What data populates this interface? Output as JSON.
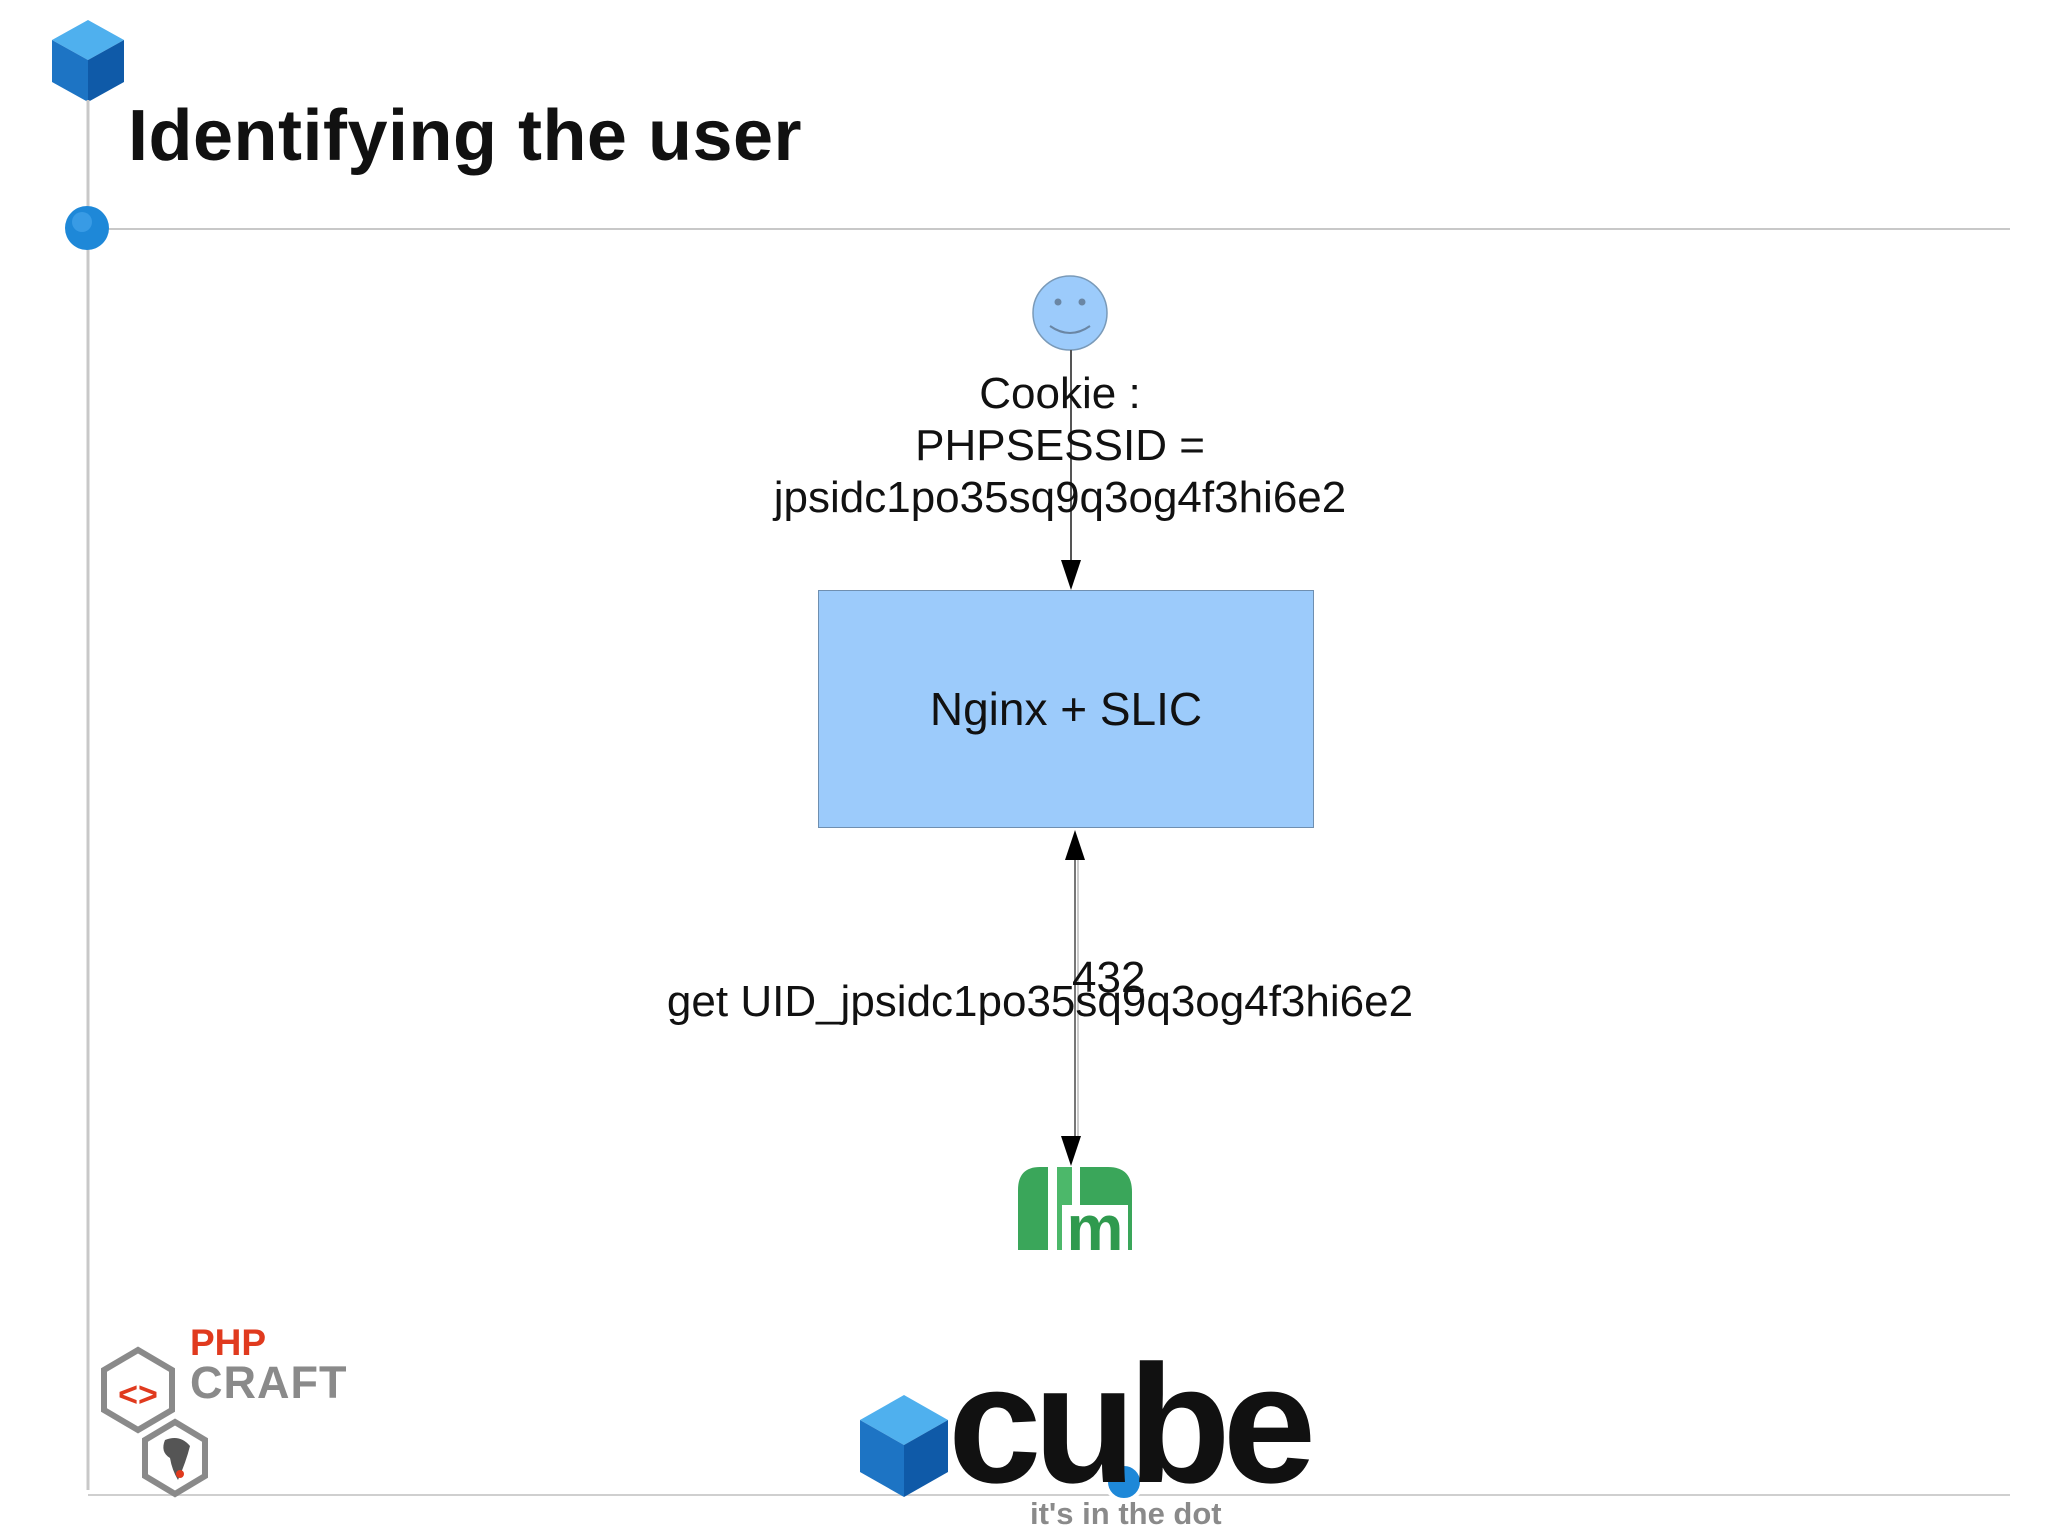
{
  "slide": {
    "title": "Identifying the user"
  },
  "diagram": {
    "user_icon": "smiley-face-icon",
    "cookie_label": [
      "Cookie :",
      "PHPSESSID =",
      "jpsidc1po35sq9q3og4f3hi6e2"
    ],
    "server_box_label": "Nginx + SLIC",
    "lookup_label": "get UID_jpsidc1po35sq9q3og4f3hi6e2",
    "lookup_result": "432",
    "cache_icon": "memcached-logo-icon"
  },
  "footer": {
    "left_logo": {
      "php": "PHP",
      "craft": "CRAFT"
    },
    "center_logo": {
      "name": "cube",
      "tagline": "it's in the dot"
    }
  },
  "colors": {
    "accent_blue": "#1e88d8",
    "box_fill": "#9ccbfb",
    "php_red": "#e03a1e",
    "memcached_green": "#3aa65a"
  }
}
